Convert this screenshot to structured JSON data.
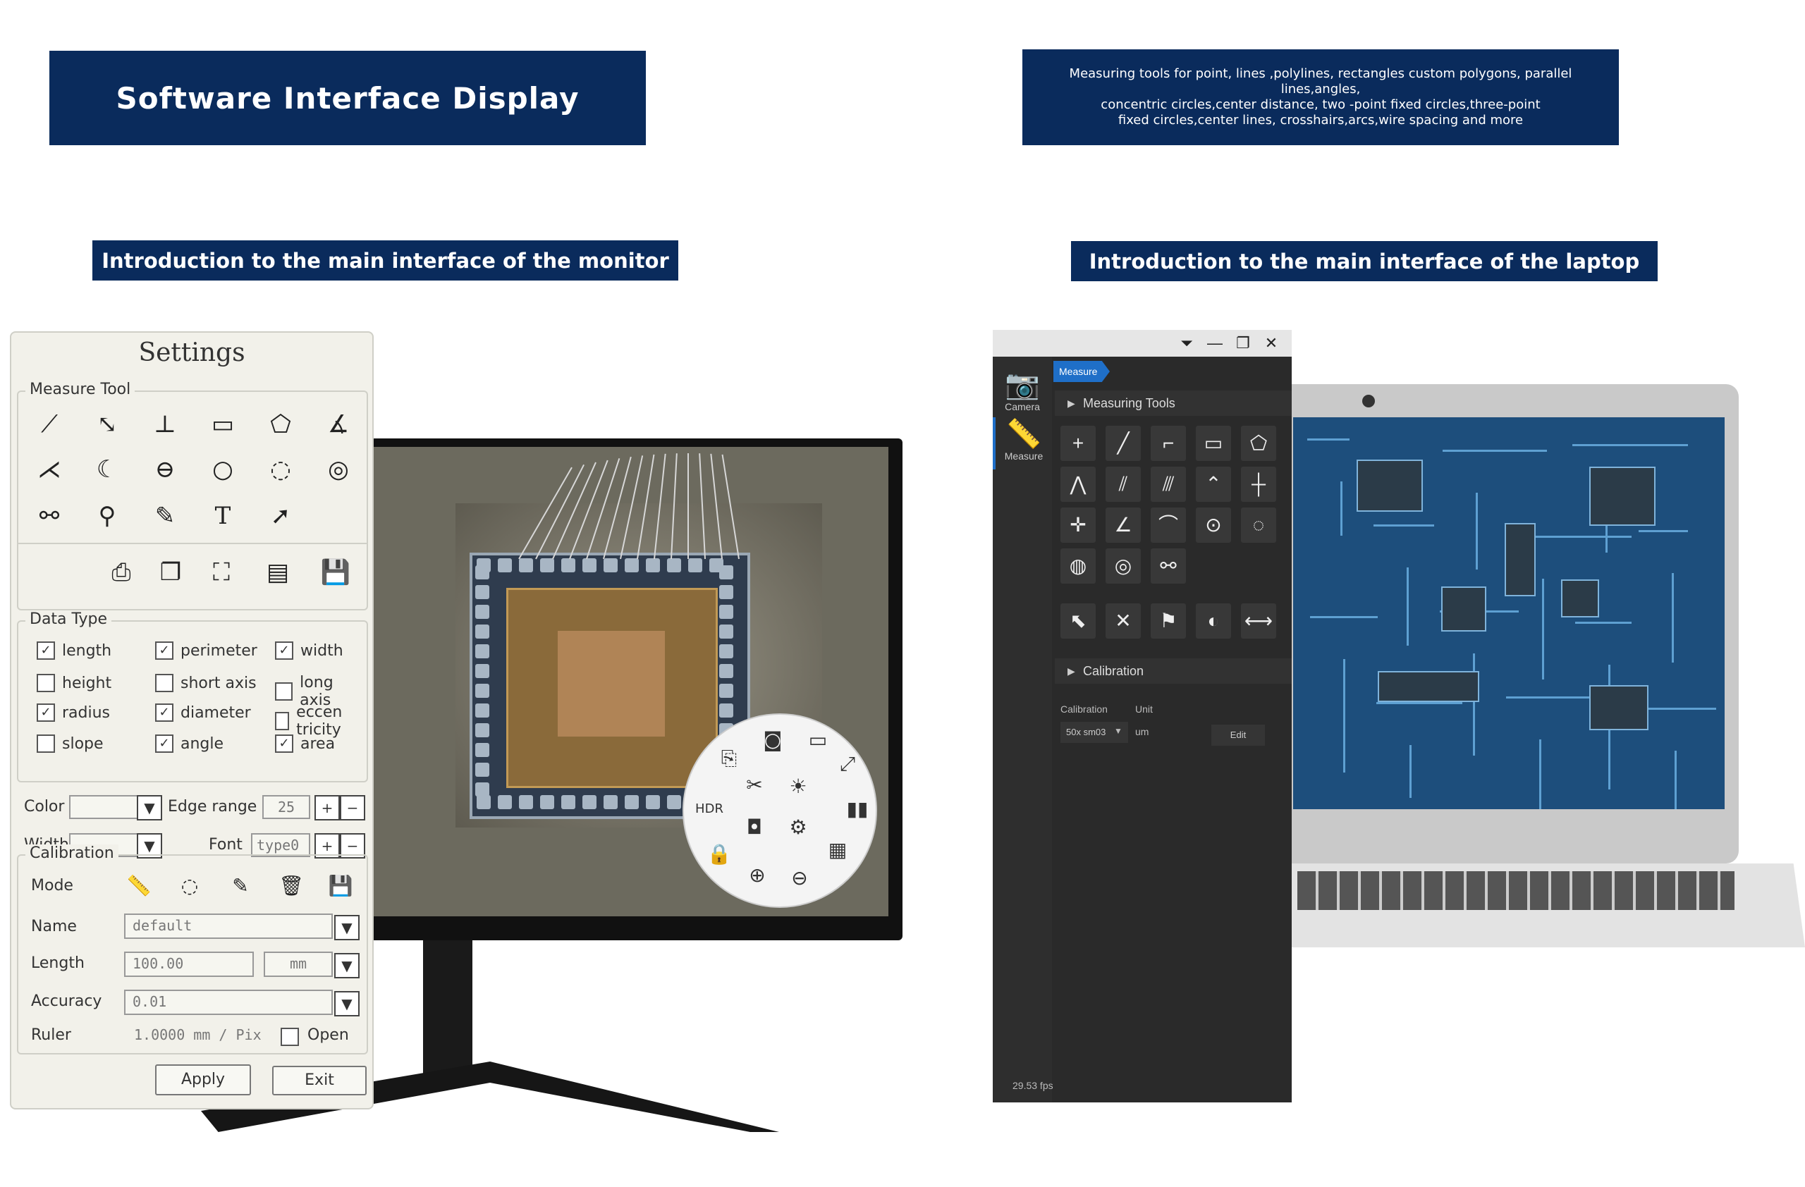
{
  "banners": {
    "title": "Software Interface Display",
    "desc_lines": [
      "Measuring tools for point, lines ,polylines, rectangles custom polygons, parallel lines,angles,",
      "concentric circles,center distance, two -point fixed circles,three-point",
      "fixed circles,center lines, crosshairs,arcs,wire spacing and more"
    ],
    "monitor_heading": "Introduction to the main interface of the monitor",
    "laptop_heading": "Introduction to the main interface of the laptop"
  },
  "settings": {
    "title": "Settings",
    "measure_tool_label": "Measure Tool",
    "data_type_label": "Data Type",
    "data_types": [
      {
        "label": "length",
        "checked": true
      },
      {
        "label": "perimeter",
        "checked": true
      },
      {
        "label": "width",
        "checked": true
      },
      {
        "label": "height",
        "checked": false
      },
      {
        "label": "short axis",
        "checked": false
      },
      {
        "label": "long axis",
        "checked": false
      },
      {
        "label": "radius",
        "checked": true
      },
      {
        "label": "diameter",
        "checked": true
      },
      {
        "label": "eccen tricity",
        "checked": false
      },
      {
        "label": "slope",
        "checked": false
      },
      {
        "label": "angle",
        "checked": true
      },
      {
        "label": "area",
        "checked": true
      }
    ],
    "color_label": "Color",
    "edge_range_label": "Edge range",
    "edge_range_value": "25",
    "width_label": "Width",
    "font_label": "Font",
    "font_value": "type0",
    "calibration_label": "Calibration",
    "mode_label": "Mode",
    "name_label": "Name",
    "name_value": "default",
    "length_label": "Length",
    "length_value": "100.00",
    "length_unit": "mm",
    "accuracy_label": "Accuracy",
    "accuracy_value": "0.01",
    "ruler_label": "Ruler",
    "ruler_value": "1.0000  mm / Pix",
    "open_label": "Open",
    "apply_label": "Apply",
    "exit_label": "Exit",
    "plus": "+",
    "minus": "−",
    "check": "✓",
    "dropdown": "▼"
  },
  "wheel": {
    "labels": [
      "HDR"
    ]
  },
  "app": {
    "window_buttons": [
      "⏷",
      "—",
      "❐",
      "✕"
    ],
    "camera_label": "Camera",
    "measure_label": "Measure",
    "measure_tag": "Measure",
    "measuring_tools_label": "Measuring Tools",
    "calibration_label": "Calibration",
    "cal_col_label": "Calibration",
    "unit_col_label": "Unit",
    "cal_value": "50x sm03",
    "unit_value": "um",
    "edit_label": "Edit",
    "fps": "29.53 fps",
    "expand_arrow": "▶"
  }
}
